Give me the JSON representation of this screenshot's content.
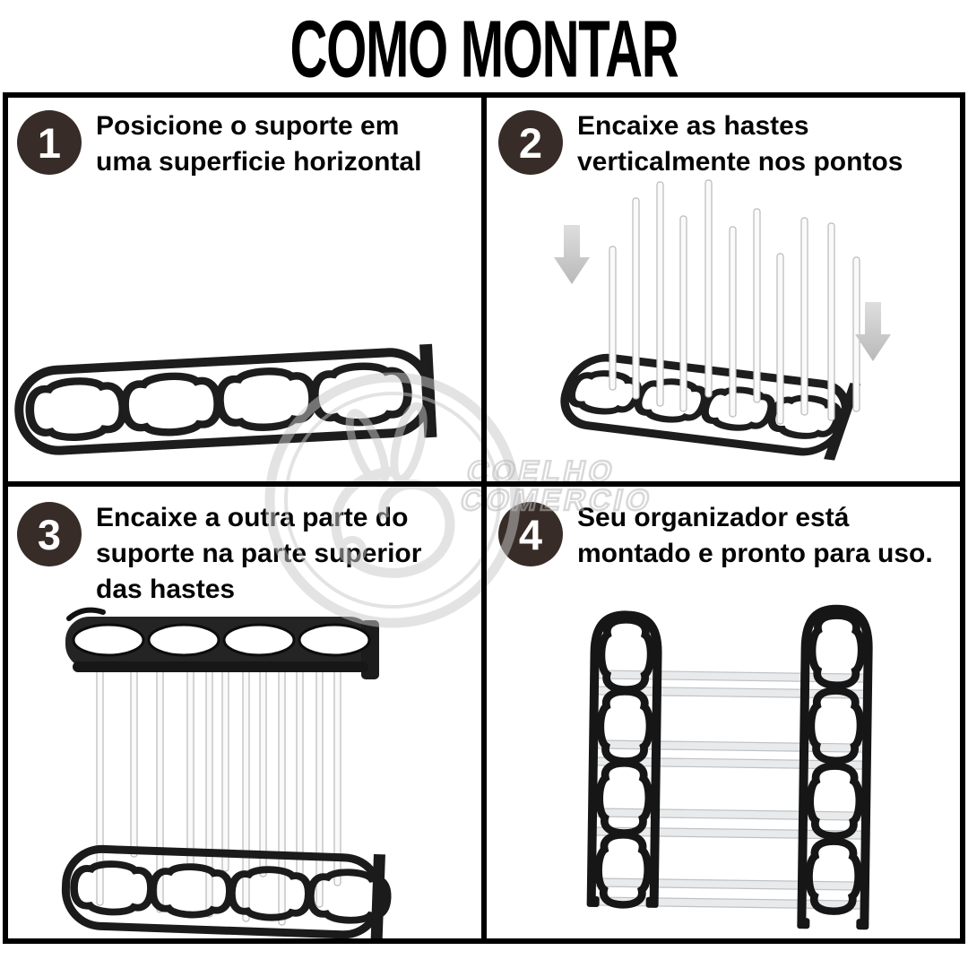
{
  "title": "COMO MONTAR",
  "watermark": {
    "line1": "COELHO",
    "line2": "COMERCIO"
  },
  "steps": [
    {
      "number": "1",
      "text": "Posicione o suporte em uma superficie horizontal"
    },
    {
      "number": "2",
      "text": "Encaixe as hastes verticalmente nos pontos"
    },
    {
      "number": "3",
      "text": "Encaixe a outra parte do suporte na parte superior das hastes"
    },
    {
      "number": "4",
      "text": "Seu organizador está montado e pronto para uso."
    }
  ],
  "icons": {
    "down_arrow": "↓",
    "curved_arrow": "↷"
  },
  "colors": {
    "step_badge": "#372c27",
    "border": "#000000",
    "watermark": "#b9b9b9",
    "rod": "#f6f6f6",
    "frame": "#1d1d1d",
    "arrow": "#c9c9c9"
  }
}
